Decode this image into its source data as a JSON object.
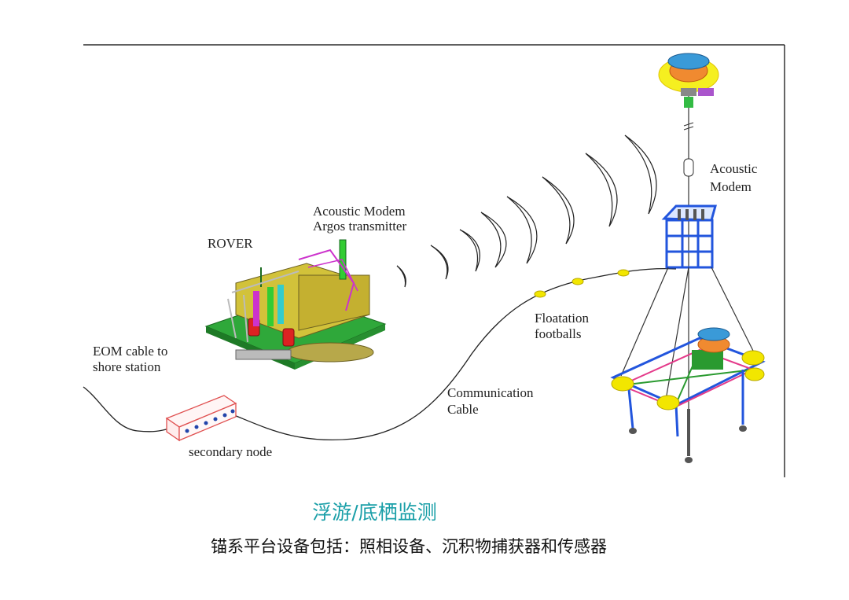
{
  "labels": {
    "rover": "ROVER",
    "modem_argos_1": "Acoustic Modem",
    "modem_argos_2": "Argos transmitter",
    "acoustic_1": "Acoustic",
    "acoustic_2": "Modem",
    "eom_1": "EOM cable to",
    "eom_2": "shore station",
    "float_1": "Floatation",
    "float_2": "footballs",
    "comm_1": "Communication",
    "comm_2": "Cable",
    "node": "secondary node"
  },
  "caption": {
    "title": "浮游/底栖监测",
    "subtitle": "锚系平台设备包括：照相设备、沉积物捕获器和传感器"
  },
  "colors": {
    "title": "#1a9fa8",
    "node_box": "#e05050",
    "float_ball": "#f2e600",
    "frame_blue": "#2255dd"
  }
}
